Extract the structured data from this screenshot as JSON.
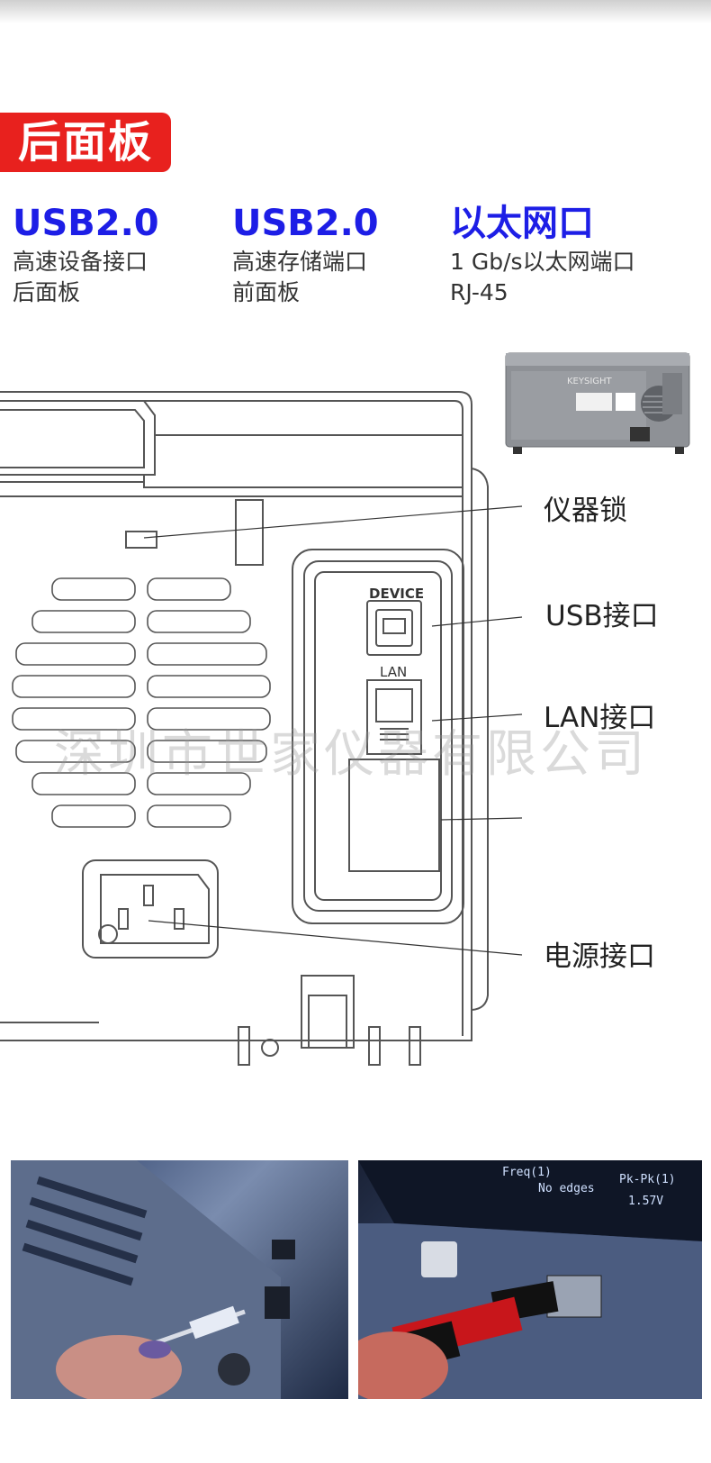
{
  "title": "后面板",
  "features": [
    {
      "head": "USB2.0",
      "line1": "高速设备接口",
      "line2": "后面板"
    },
    {
      "head": "USB2.0",
      "line1": "高速存储端口",
      "line2": "前面板"
    },
    {
      "head": "以太网口",
      "line1": "1 Gb/s以太网端口",
      "line2": "RJ-45"
    }
  ],
  "diagram": {
    "device_label": "DEVICE",
    "lan_label": "LAN",
    "brand": "KEYSIGHT"
  },
  "callouts": {
    "lock": "仪器锁",
    "usb": "USB接口",
    "lan": "LAN接口",
    "power": "电源接口"
  },
  "watermark": "深圳市世家仪器有限公司",
  "photo2_screen": {
    "label1": "Freq(1)",
    "label2": "Pk-Pk(1)",
    "value1": "No edges",
    "value2": "1.57V"
  },
  "colors": {
    "badge": "#e8211e",
    "feature_head": "#1d1ee6"
  }
}
